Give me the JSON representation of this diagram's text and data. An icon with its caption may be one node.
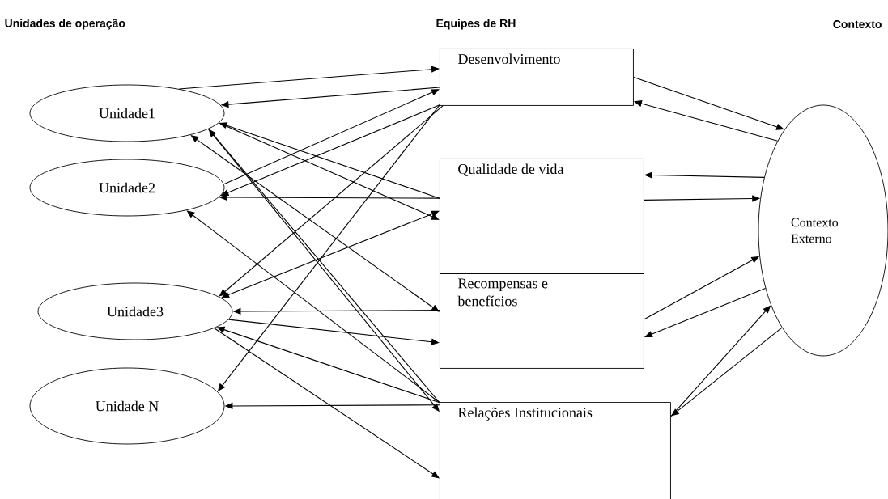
{
  "diagram": {
    "nodes": [
      {
        "text": [
          "Unidade1"
        ]
      },
      {
        "text": [
          "Unidade2"
        ]
      },
      {
        "text": [
          "Unidade3"
        ]
      },
      {
        "text": [
          "Unidade N"
        ]
      },
      {
        "text": [
          "Desenvolvimento"
        ]
      },
      {
        "text": [
          "Qualidade de vida"
        ]
      },
      {
        "text": [
          "Recompensas e benefícios"
        ]
      },
      {
        "text": [
          "Relações Institucionais"
        ]
      },
      {
        "text": [
          "Contexto Externo"
        ]
      }
    ],
    "edges": [
      {
        "from": 0,
        "to": 4,
        "arrow": "to"
      },
      {
        "from": 4,
        "to": 0,
        "arrow": "to"
      },
      {
        "from": 1,
        "to": 4,
        "arrow": "to"
      },
      {
        "from": 4,
        "to": 1,
        "arrow": "to"
      },
      {
        "from": 4,
        "to": 2,
        "arrow": "to"
      },
      {
        "from": 4,
        "to": 3,
        "arrow": "to"
      },
      {
        "from": 5,
        "to": 1,
        "arrow": "to"
      },
      {
        "from": 5,
        "to": 0,
        "arrow": "to"
      },
      {
        "from": 0,
        "to": 5,
        "arrow": "to"
      },
      {
        "from": 2,
        "to": 5,
        "arrow": "both"
      },
      {
        "from": 0,
        "to": 6,
        "arrow": "both"
      },
      {
        "from": 6,
        "to": 2,
        "arrow": "to"
      },
      {
        "from": 2,
        "to": 6,
        "arrow": "to"
      },
      {
        "from": 7,
        "to": 0,
        "arrow": "to"
      },
      {
        "from": 0,
        "to": 7,
        "arrow": "to"
      },
      {
        "from": 7,
        "to": 1,
        "arrow": "to"
      },
      {
        "from": 7,
        "to": 2,
        "arrow": "to"
      },
      {
        "from": 2,
        "to": 7,
        "arrow": "to"
      },
      {
        "from": 7,
        "to": 3,
        "arrow": "to"
      },
      {
        "from": 4,
        "to": 8,
        "arrow": "to"
      },
      {
        "from": 8,
        "to": 4,
        "arrow": "to"
      },
      {
        "from": 8,
        "to": 5,
        "arrow": "to"
      },
      {
        "from": 5,
        "to": 8,
        "arrow": "to"
      },
      {
        "from": 6,
        "to": 8,
        "arrow": "to"
      },
      {
        "from": 8,
        "to": 6,
        "arrow": "to"
      },
      {
        "from": 7,
        "to": 8,
        "arrow": "to"
      },
      {
        "from": 8,
        "to": 7,
        "arrow": "to"
      }
    ],
    "labels": [
      "Unidades de operação",
      "Equipes de RH",
      "Contexto"
    ]
  }
}
